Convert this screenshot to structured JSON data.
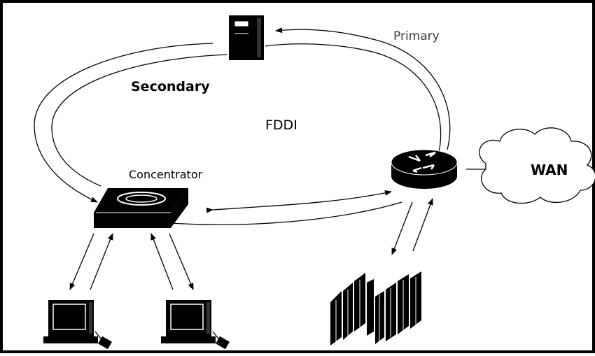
{
  "diagram": {
    "labels": {
      "primary": "Primary",
      "secondary": "Secondary",
      "ring": "FDDI",
      "concentrator": "Concentrator",
      "wan": "WAN"
    },
    "nodes": [
      {
        "id": "server",
        "icon": "server-tower-icon"
      },
      {
        "id": "router",
        "icon": "router-icon"
      },
      {
        "id": "concentrator",
        "icon": "concentrator-icon"
      },
      {
        "id": "wan",
        "icon": "cloud-icon"
      },
      {
        "id": "workstation-1",
        "icon": "computer-icon"
      },
      {
        "id": "workstation-2",
        "icon": "computer-icon"
      },
      {
        "id": "mainframe",
        "icon": "mainframe-icon"
      }
    ],
    "links": [
      {
        "from": "router",
        "to": "server",
        "ring": "primary"
      },
      {
        "from": "server",
        "to": "concentrator",
        "ring": "secondary"
      },
      {
        "from": "concentrator",
        "to": "router",
        "ring": "both"
      },
      {
        "from": "router",
        "to": "wan"
      },
      {
        "from": "concentrator",
        "to": "workstation-1"
      },
      {
        "from": "concentrator",
        "to": "workstation-2"
      },
      {
        "from": "router",
        "to": "mainframe"
      }
    ],
    "colors": {
      "line": "#000000",
      "background": "#ffffff",
      "primary_text": "#3a3a3a"
    }
  }
}
